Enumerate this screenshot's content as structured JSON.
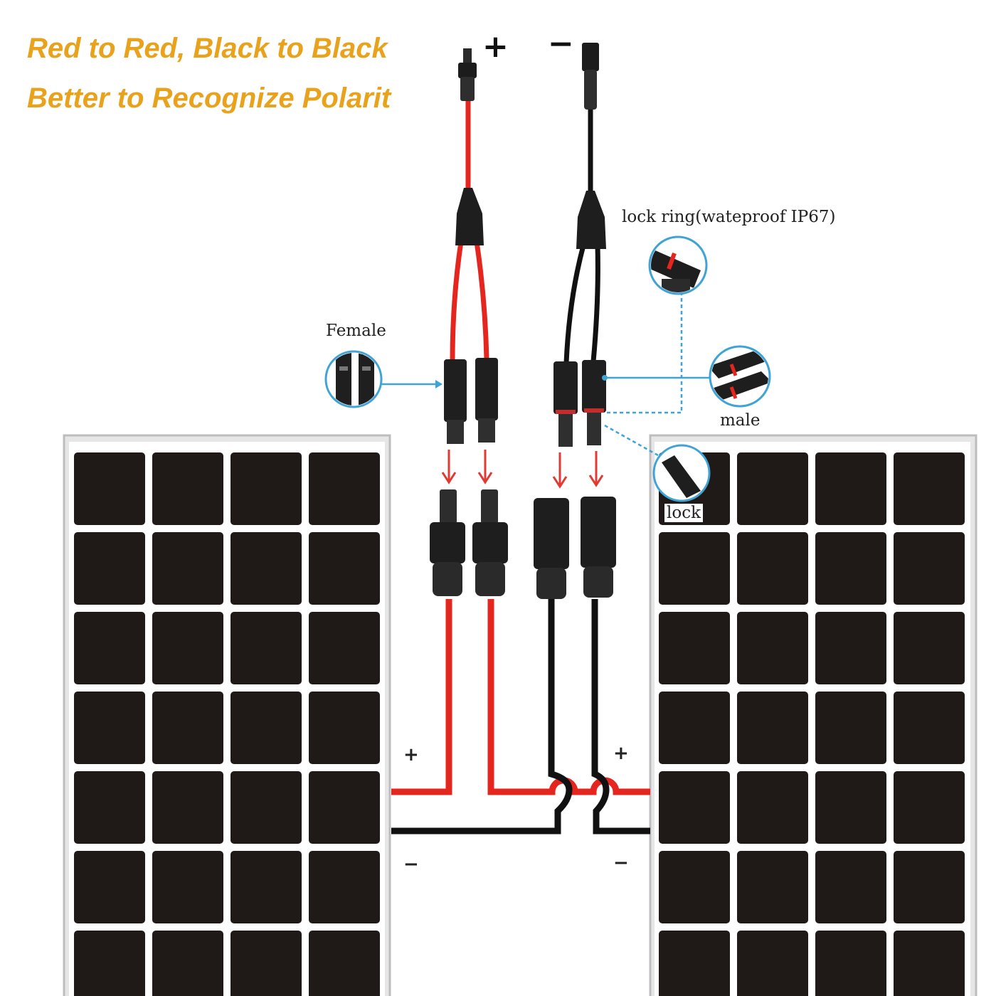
{
  "colors": {
    "heading": "#e8a21c",
    "red_wire": "#e5261e",
    "black_wire": "#111111",
    "cell": "#1f1a18",
    "panel_frame": "#cfcfcf",
    "callout_line": "#3fa3d6"
  },
  "heading": {
    "line1": "Red to Red, Black to Black",
    "line2": "Better to Recognize Polarit"
  },
  "polarity": {
    "top_positive": "+",
    "top_negative": "−",
    "left_panel_positive": "+",
    "left_panel_negative": "−",
    "right_panel_positive": "+",
    "right_panel_negative": "−"
  },
  "callouts": {
    "female": "Female",
    "male": "male",
    "lock_ring": "lock ring(wateproof IP67)",
    "lock": "lock"
  },
  "icons": [
    "female-connector-icon",
    "male-connector-icon",
    "lock-ring-icon",
    "lock-icon",
    "arrow-down-icon"
  ]
}
